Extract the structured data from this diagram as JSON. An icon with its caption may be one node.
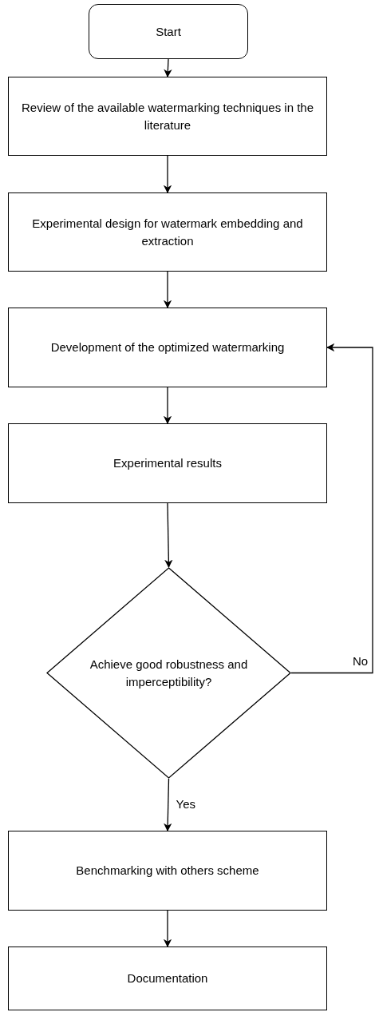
{
  "diagram": {
    "nodes": [
      {
        "text": [
          "Start"
        ]
      },
      {
        "text": [
          "Review of the available watermarking techniques in the literature"
        ]
      },
      {
        "text": [
          "Experimental design for watermark embedding and extraction"
        ]
      },
      {
        "text": [
          "Development of the optimized watermarking"
        ]
      },
      {
        "text": [
          "Experimental results"
        ]
      },
      {
        "text": [
          "Achieve good robustness and imperceptibility?"
        ]
      },
      {
        "text": [
          "Benchmarking with others scheme"
        ]
      },
      {
        "text": [
          "Documentation"
        ]
      }
    ],
    "edges": [
      {
        "from": 0,
        "to": 1,
        "arrow": "to"
      },
      {
        "from": 1,
        "to": 2,
        "arrow": "to"
      },
      {
        "from": 2,
        "to": 3,
        "arrow": "to"
      },
      {
        "from": 3,
        "to": 4,
        "arrow": "to"
      },
      {
        "from": 4,
        "to": 5,
        "arrow": "to"
      },
      {
        "from": 5,
        "to": 6,
        "arrow": "to",
        "label": "Yes"
      },
      {
        "from": 5,
        "to": 3,
        "arrow": "to",
        "label": "No"
      },
      {
        "from": 6,
        "to": 7,
        "arrow": "to"
      }
    ]
  }
}
